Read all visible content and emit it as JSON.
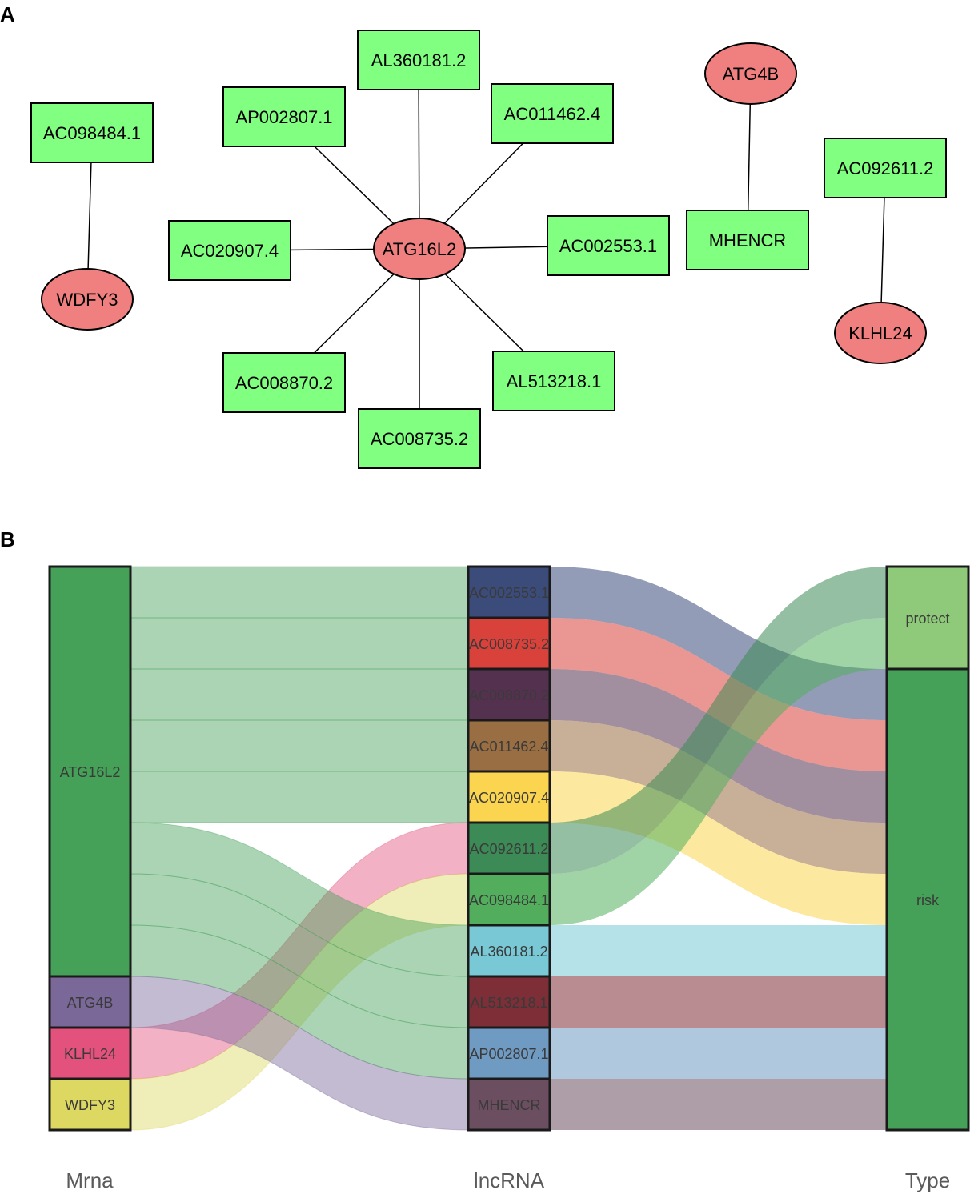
{
  "panels": {
    "a": "A",
    "b": "B"
  },
  "colors": {
    "lnc_fill": "#80ff80",
    "mrna_fill": "#f08080",
    "edge": "#000000",
    "node_stroke": "#000000"
  },
  "network": {
    "lnc_nodes": [
      {
        "id": "AL360181.2",
        "label": "AL360181.2"
      },
      {
        "id": "AP002807.1",
        "label": "AP002807.1"
      },
      {
        "id": "AC011462.4",
        "label": "AC011462.4"
      },
      {
        "id": "AC098484.1",
        "label": "AC098484.1"
      },
      {
        "id": "AC020907.4",
        "label": "AC020907.4"
      },
      {
        "id": "AC002553.1",
        "label": "AC002553.1"
      },
      {
        "id": "MHENCR",
        "label": "MHENCR"
      },
      {
        "id": "AC092611.2",
        "label": "AC092611.2"
      },
      {
        "id": "AC008870.2",
        "label": "AC008870.2"
      },
      {
        "id": "AL513218.1",
        "label": "AL513218.1"
      },
      {
        "id": "AC008735.2",
        "label": "AC008735.2"
      }
    ],
    "mrna_nodes": [
      {
        "id": "ATG16L2",
        "label": "ATG16L2"
      },
      {
        "id": "WDFY3",
        "label": "WDFY3"
      },
      {
        "id": "ATG4B",
        "label": "ATG4B"
      },
      {
        "id": "KLHL24",
        "label": "KLHL24"
      }
    ],
    "edges": [
      [
        "ATG16L2",
        "AL360181.2"
      ],
      [
        "ATG16L2",
        "AP002807.1"
      ],
      [
        "ATG16L2",
        "AC011462.4"
      ],
      [
        "ATG16L2",
        "AC020907.4"
      ],
      [
        "ATG16L2",
        "AC002553.1"
      ],
      [
        "ATG16L2",
        "AC008870.2"
      ],
      [
        "ATG16L2",
        "AL513218.1"
      ],
      [
        "ATG16L2",
        "AC008735.2"
      ],
      [
        "WDFY3",
        "AC098484.1"
      ],
      [
        "ATG4B",
        "MHENCR"
      ],
      [
        "KLHL24",
        "AC092611.2"
      ]
    ]
  },
  "sankey": {
    "axes": [
      "Mrna",
      "lncRNA",
      "Type"
    ],
    "mrna": [
      {
        "label": "ATG16L2",
        "color": "#45a058",
        "count": 8
      },
      {
        "label": "ATG4B",
        "color": "#7a6898",
        "count": 1
      },
      {
        "label": "KLHL24",
        "color": "#e2527d",
        "count": 1
      },
      {
        "label": "WDFY3",
        "color": "#dcd862",
        "count": 1
      }
    ],
    "lncrna": [
      {
        "label": "AC002553.1",
        "color": "#3b4b7a",
        "mrna": "ATG16L2",
        "type": "risk"
      },
      {
        "label": "AC008735.2",
        "color": "#d9423b",
        "mrna": "ATG16L2",
        "type": "risk"
      },
      {
        "label": "AC008870.2",
        "color": "#54324f",
        "mrna": "ATG16L2",
        "type": "risk"
      },
      {
        "label": "AC011462.4",
        "color": "#9a6e43",
        "mrna": "ATG16L2",
        "type": "risk"
      },
      {
        "label": "AC020907.4",
        "color": "#fbd550",
        "mrna": "ATG16L2",
        "type": "risk"
      },
      {
        "label": "AC092611.2",
        "color": "#3c8a55",
        "mrna": "KLHL24",
        "type": "protect"
      },
      {
        "label": "AC098484.1",
        "color": "#52ae5d",
        "mrna": "WDFY3",
        "type": "protect"
      },
      {
        "label": "AL360181.2",
        "color": "#78c8d6",
        "mrna": "ATG16L2",
        "type": "risk"
      },
      {
        "label": "AL513218.1",
        "color": "#7e2e37",
        "mrna": "ATG16L2",
        "type": "risk"
      },
      {
        "label": "AP002807.1",
        "color": "#6f9ac2",
        "mrna": "ATG16L2",
        "type": "risk"
      },
      {
        "label": "MHENCR",
        "color": "#6b4e60",
        "mrna": "ATG4B",
        "type": "risk"
      }
    ],
    "types": [
      {
        "label": "protect",
        "color": "#8fca7a",
        "count": 2
      },
      {
        "label": "risk",
        "color": "#45a058",
        "count": 9
      }
    ]
  }
}
